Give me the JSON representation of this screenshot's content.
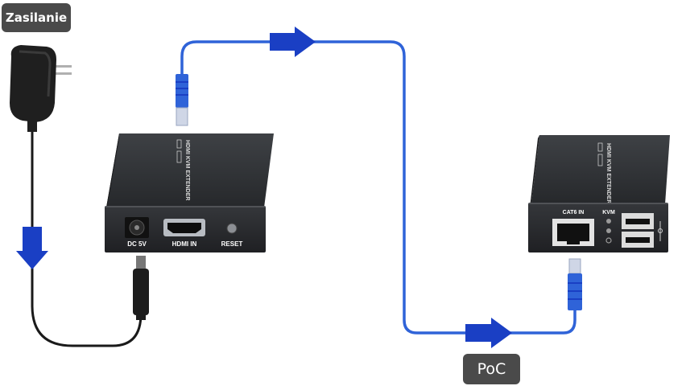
{
  "labels": {
    "power": "Zasilanie",
    "poc": "PoC"
  },
  "transmitter": {
    "port_dc": "DC 5V",
    "port_hdmi": "HDMI IN",
    "port_reset": "RESET",
    "side_text": "HDMI KVM EXTENDER"
  },
  "receiver": {
    "port_cat6": "CAT6 IN",
    "port_kvm": "KVM",
    "side_text": "HDMI KVM EXTENDER"
  },
  "colors": {
    "cable_blue": "#2f63d8",
    "arrow_blue": "#1a3fc4",
    "cable_black": "#1a1a1a",
    "device_body": "#2b2d30",
    "badge_bg": "#4a4a4a"
  }
}
